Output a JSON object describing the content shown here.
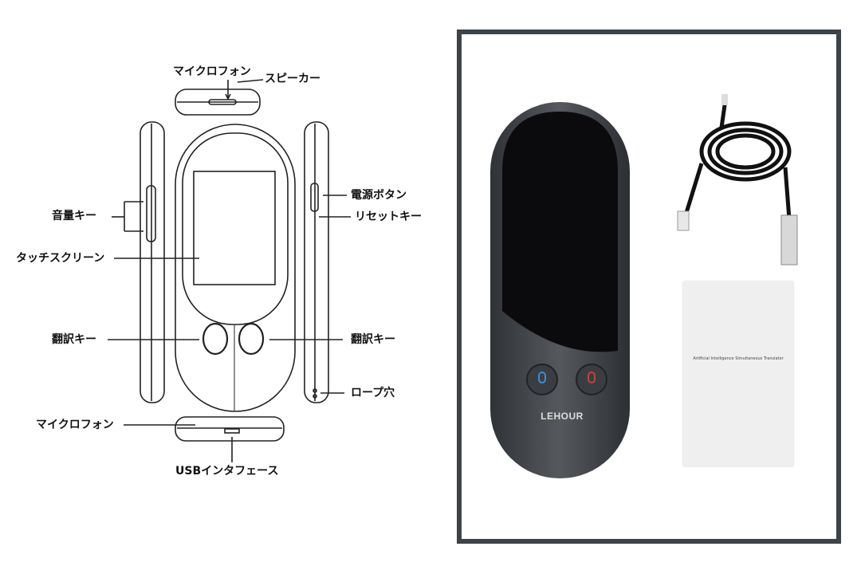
{
  "diagram": {
    "labels": {
      "top_microphone": "マイクロフォン",
      "speaker": "スピーカー",
      "volume_key": "音量キー",
      "touch_screen": "タッチスクリーン",
      "translate_key_left": "翻訳キー",
      "power_button": "電源ボタン",
      "reset_key": "リセットキー",
      "translate_key_right": "翻訳キー",
      "strap_hole": "ロープ穴",
      "bottom_microphone": "マイクロフォン",
      "usb_interface": "USBインタフェース"
    }
  },
  "product_photo": {
    "brand_logo": "LEHOUR",
    "manual_title": "Artificial Intelligence Simultaneous Translator",
    "colors": {
      "frame": "#3d4449",
      "device_body": "#4a4d52",
      "screen": "#0b0b0d",
      "left_mic": "#3b8fd6",
      "right_mic": "#c0453a"
    }
  }
}
